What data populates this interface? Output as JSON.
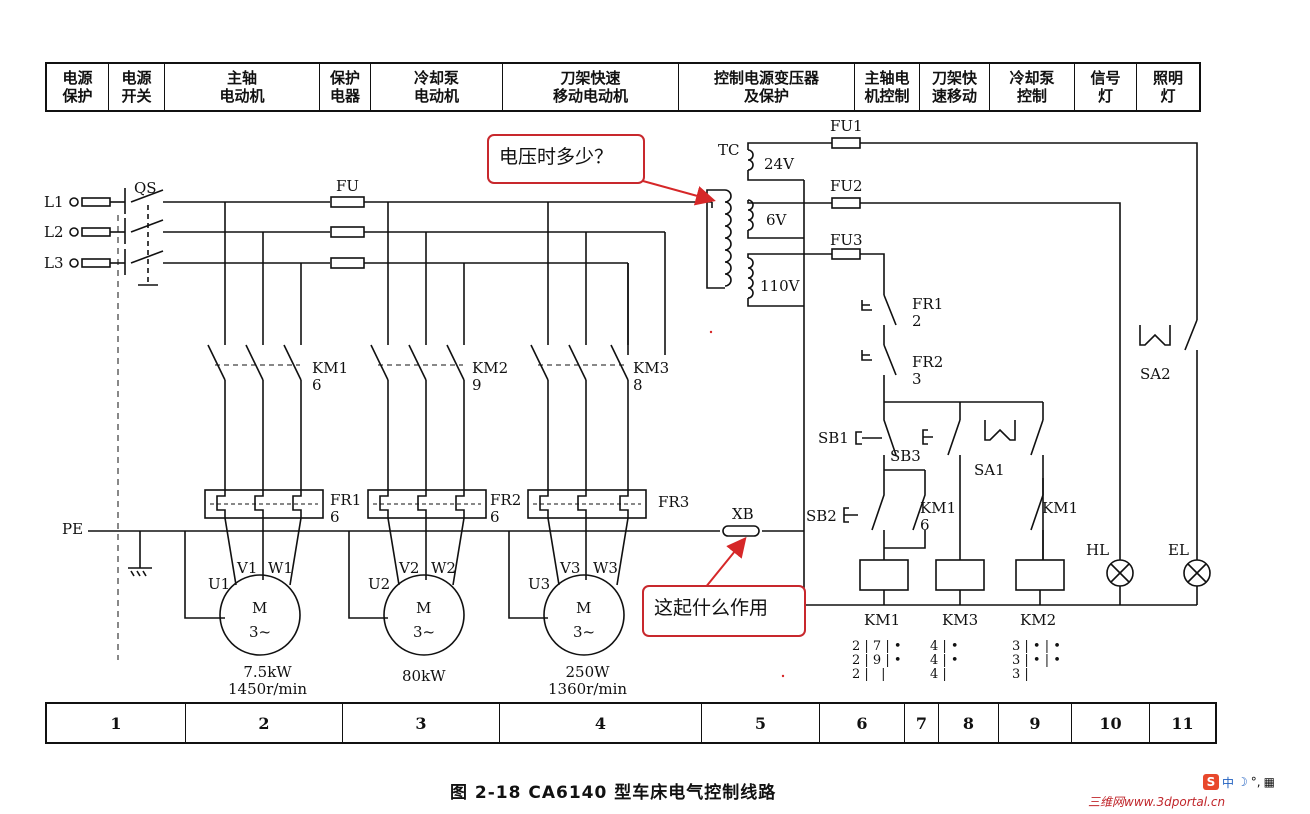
{
  "header_cells": [
    {
      "label": "电源\n保护"
    },
    {
      "label": "电源\n开关"
    },
    {
      "label": "主轴\n电动机"
    },
    {
      "label": "保护\n电器"
    },
    {
      "label": "冷却泵\n电动机"
    },
    {
      "label": "刀架快速\n移动电动机"
    },
    {
      "label": "控制电源变压器\n及保护"
    },
    {
      "label": "主轴电\n机控制"
    },
    {
      "label": "刀架快\n速移动"
    },
    {
      "label": "冷却泵\n控制"
    },
    {
      "label": "信号\n灯"
    },
    {
      "label": "照明\n灯"
    }
  ],
  "footer_cells": [
    "1",
    "2",
    "3",
    "4",
    "5",
    "6",
    "7",
    "8",
    "9",
    "10",
    "11"
  ],
  "labels": {
    "qs": "QS",
    "l1": "L1",
    "l2": "L2",
    "l3": "L3",
    "fu": "FU",
    "pe": "PE",
    "km1": "KM1\n6",
    "km2": "KM2\n9",
    "km3": "KM3\n8",
    "fr1_main": "FR1\n6",
    "fr2_main": "FR2\n6",
    "fr3": "FR3",
    "u1": "U1",
    "v1": "V1",
    "w1": "W1",
    "u2": "U2",
    "v2": "V2",
    "w2": "W2",
    "u3": "U3",
    "v3": "V3",
    "w3": "W3",
    "m1_rating": "7.5kW\n1450r/min",
    "m2_rating": "80kW",
    "m3_rating": "250W\n1360r/min",
    "tc": "TC",
    "v24": "24V",
    "v6": "6V",
    "v110": "110V",
    "fu1": "FU1",
    "fu2": "FU2",
    "fu3": "FU3",
    "xb": "XB",
    "fr1_ctrl": "FR1\n2",
    "fr2_ctrl": "FR2\n3",
    "sb1": "SB1",
    "sb2": "SB2",
    "sb3": "SB3",
    "sa1": "SA1",
    "sa2": "SA2",
    "km1_aux": "KM1\n6",
    "km1_aux2": "KM1",
    "hl": "HL",
    "el": "EL",
    "coil_km1": "KM1",
    "coil_km3": "KM3",
    "coil_km2": "KM2",
    "m_symbol": "M",
    "m_phase": "3~",
    "contact_map_1": "2 | 7 | •\n2 | 9 | •\n2 |   |",
    "contact_map_2": "4 | •\n4 | •\n4 |",
    "contact_map_3": "3 | • | •\n3 | • | •\n3 |"
  },
  "callouts": {
    "voltage_question": "电压时多少？",
    "xb_question": "这起什么作用"
  },
  "caption": "图 2-18    CA6140 型车床电气控制线路",
  "watermark": "三维网www.3dportal.cn",
  "toolbar": {
    "s": "S",
    "zh": "中",
    "moon": "☽",
    "dot": "°,",
    "kb": "▦"
  },
  "colors": {
    "line": "#111111",
    "callout_border": "#c8282d",
    "arrow": "#d62728",
    "watermark": "#c0262b"
  }
}
